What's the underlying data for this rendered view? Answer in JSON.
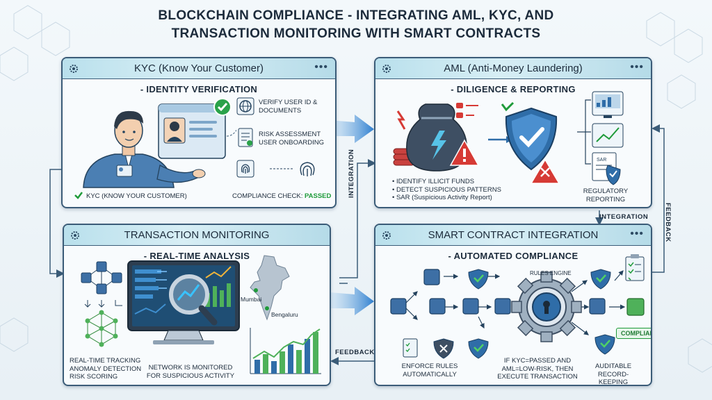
{
  "title": {
    "line1": "BLOCKCHAIN COMPLIANCE - INTEGRATING AML, KYC, AND",
    "line2": "TRANSACTION MONITORING WITH SMART CONTRACTS"
  },
  "kyc": {
    "heading": "KYC (Know Your Customer)",
    "subheading": "- IDENTITY VERIFICATION",
    "steps": [
      "VERIFY USER ID & DOCUMENTS",
      "RISK ASSESSMENT USER ONBOARDING"
    ],
    "footer_check": "KYC (KNOW YOUR CUSTOMER)",
    "compliance_prefix": "COMPLIANCE CHECK: ",
    "compliance_status": "PASSED"
  },
  "aml": {
    "heading": "AML (Anti-Money Laundering)",
    "subheading": "- DILIGENCE & REPORTING",
    "bullets": [
      "IDENTIFY ILLICIT FUNDS",
      "DETECT SUSPICIOUS PATTERNS",
      "SAR (Suspicious Activity Report)"
    ],
    "reporting_label": "REGULATORY REPORTING",
    "document_tag": "SAR"
  },
  "monitoring": {
    "heading": "TRANSACTION MONITORING",
    "subheading": "- REAL-TIME ANALYSIS",
    "left_text": [
      "REAL-TIME TRACKING",
      "ANOMALY DETECTION",
      "RISK SCORING"
    ],
    "center_text": "NETWORK IS MONITORED FOR SUSPICIOUS ACTIVITY",
    "cities": [
      "Mumbai",
      "Bengaluru"
    ]
  },
  "smart_contract": {
    "heading": "SMART CONTRACT INTEGRATION",
    "subheading": "- AUTOMATED COMPLIANCE",
    "engine_label": "RULES ENGINE",
    "enforce_text": "ENFORCE RULES AUTOMATICALLY",
    "condition_text": "IF KYC=PASSED AND AML=LOW-RISK, THEN EXECUTE TRANSACTION",
    "record_text": "AUDITABLE RECORD-KEEPING",
    "status_badge": "COMPLIANT"
  },
  "connectors": {
    "integration_vertical": "INTEGRATION",
    "integration_horizontal": "INTEGRATION",
    "feedback_vertical": "FEEDBACK",
    "feedback_horizontal": "FEEDBACK"
  },
  "colors": {
    "panel_border": "#3b5c78",
    "header_fill": "#c6e6f0",
    "accent_teal": "#2f8a8c",
    "passed_green": "#1f9b3a",
    "alert_red": "#d63a35",
    "shield_blue": "#2f6da8",
    "cube_blue": "#3d6fa5"
  }
}
